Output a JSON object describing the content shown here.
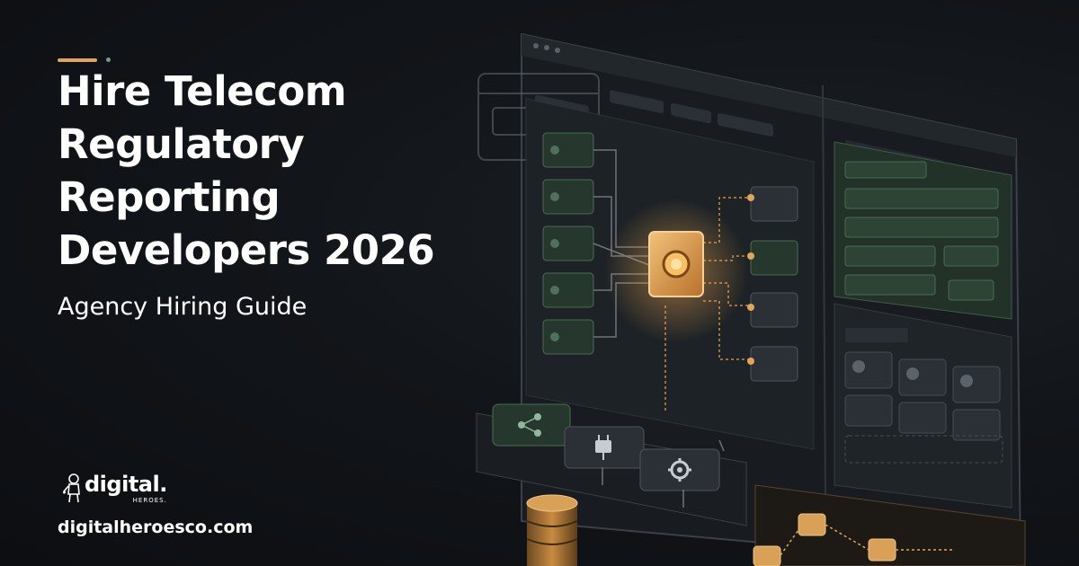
{
  "headline": {
    "lines": [
      "Hire Telecom",
      "Regulatory",
      "Reporting",
      "Developers 2026"
    ],
    "subtitle": "Agency Hiring Guide"
  },
  "brand": {
    "logo_word": "digital.",
    "logo_sub": "HEROES.",
    "website": "digitalheroesco.com"
  },
  "colors": {
    "background": "#101317",
    "accent_gold": "#e0a55a",
    "accent_green": "#6fa37b",
    "text": "#ffffff"
  },
  "illustration": {
    "icons": [
      "share-nodes-icon",
      "plug-icon",
      "gear-icon",
      "database-icon",
      "window-icon",
      "chip-icon"
    ]
  }
}
